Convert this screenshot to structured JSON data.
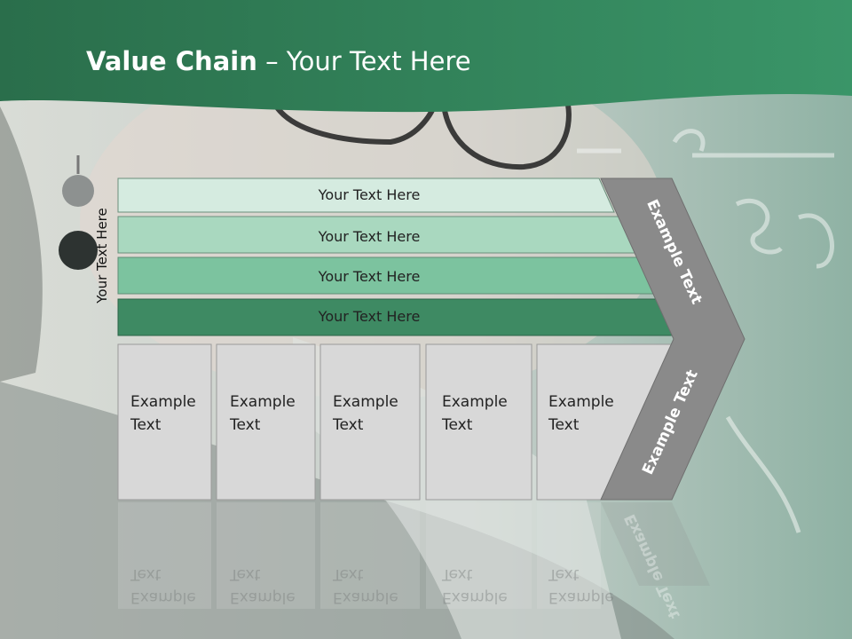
{
  "slide": {
    "title_bold": "Value Chain",
    "title_rest": " – Your Text Here",
    "side_label": "Your Text Here"
  },
  "bands": [
    {
      "label": "Your Text Here",
      "color": "#d5ebe0"
    },
    {
      "label": "Your Text Here",
      "color": "#a9d8bf"
    },
    {
      "label": "Your Text Here",
      "color": "#7cc39f"
    },
    {
      "label": "Your Text Here",
      "color": "#3e8a63"
    }
  ],
  "columns": [
    {
      "line1": "Example",
      "line2": "Text"
    },
    {
      "line1": "Example",
      "line2": "Text"
    },
    {
      "line1": "Example",
      "line2": "Text"
    },
    {
      "line1": "Example",
      "line2": "Text"
    },
    {
      "line1": "Example",
      "line2": "Text"
    }
  ],
  "chevron": {
    "upper_label": "Example Text",
    "lower_label": "Example Text",
    "color": "#8a8a8a"
  },
  "colors": {
    "header_green": "#2f7a54",
    "box_fill": "#d8d8d8"
  }
}
